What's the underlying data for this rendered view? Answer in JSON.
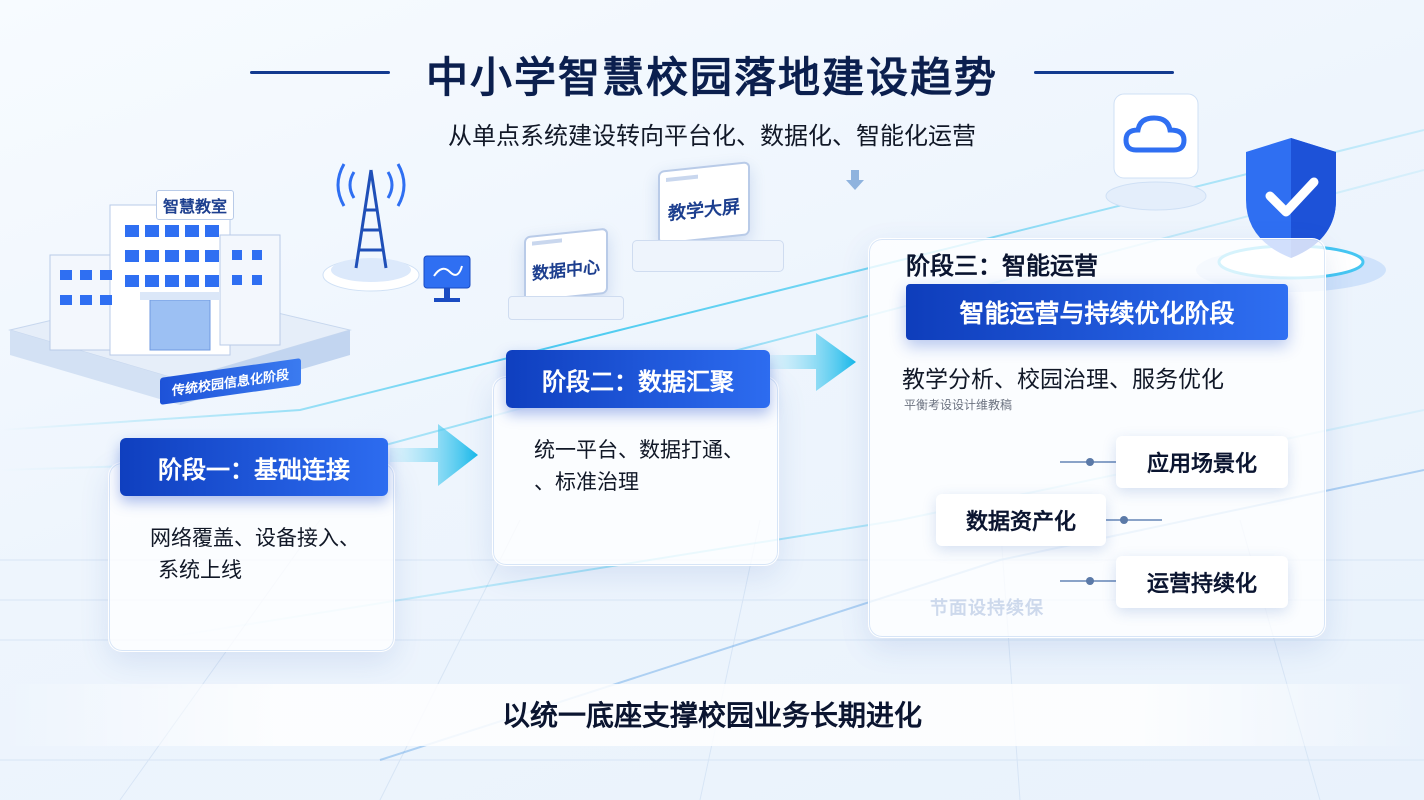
{
  "header": {
    "title": "中小学智慧校园落地建设趋势",
    "subtitle": "从单点系统建设转向平台化、数据化、智能化运营"
  },
  "illustrations": {
    "building_sign": "智慧教室",
    "building_base_label": "传统校园信息化阶段",
    "data_center_screen": "数据中心",
    "teaching_screen": "教学大屏",
    "icons": [
      "school-building-icon",
      "signal-tower-icon",
      "monitor-icon",
      "cloud-icon",
      "shield-check-icon"
    ]
  },
  "stages": [
    {
      "label": "阶段一：基础连接",
      "lines": [
        "网络覆盖、设备接入、",
        "系统上线"
      ]
    },
    {
      "label": "阶段二：数据汇聚",
      "lines": [
        "统一平台、数据打通、",
        "、标准治理"
      ]
    },
    {
      "label": "阶段三：智能运营",
      "banner": "智能运营与持续优化阶段",
      "text": "教学分析、校园治理、服务优化",
      "small": "平衡考设设计维教稿",
      "tags": [
        "应用场景化",
        "数据资产化",
        "运营持续化"
      ],
      "ghost": "节面设持续保"
    }
  ],
  "footer": "以统一底座支撑校园业务长期进化",
  "colors": {
    "primary": "#1f5ae6",
    "dark": "#0b1f4e",
    "accent_cyan": "#2ec3f0"
  }
}
